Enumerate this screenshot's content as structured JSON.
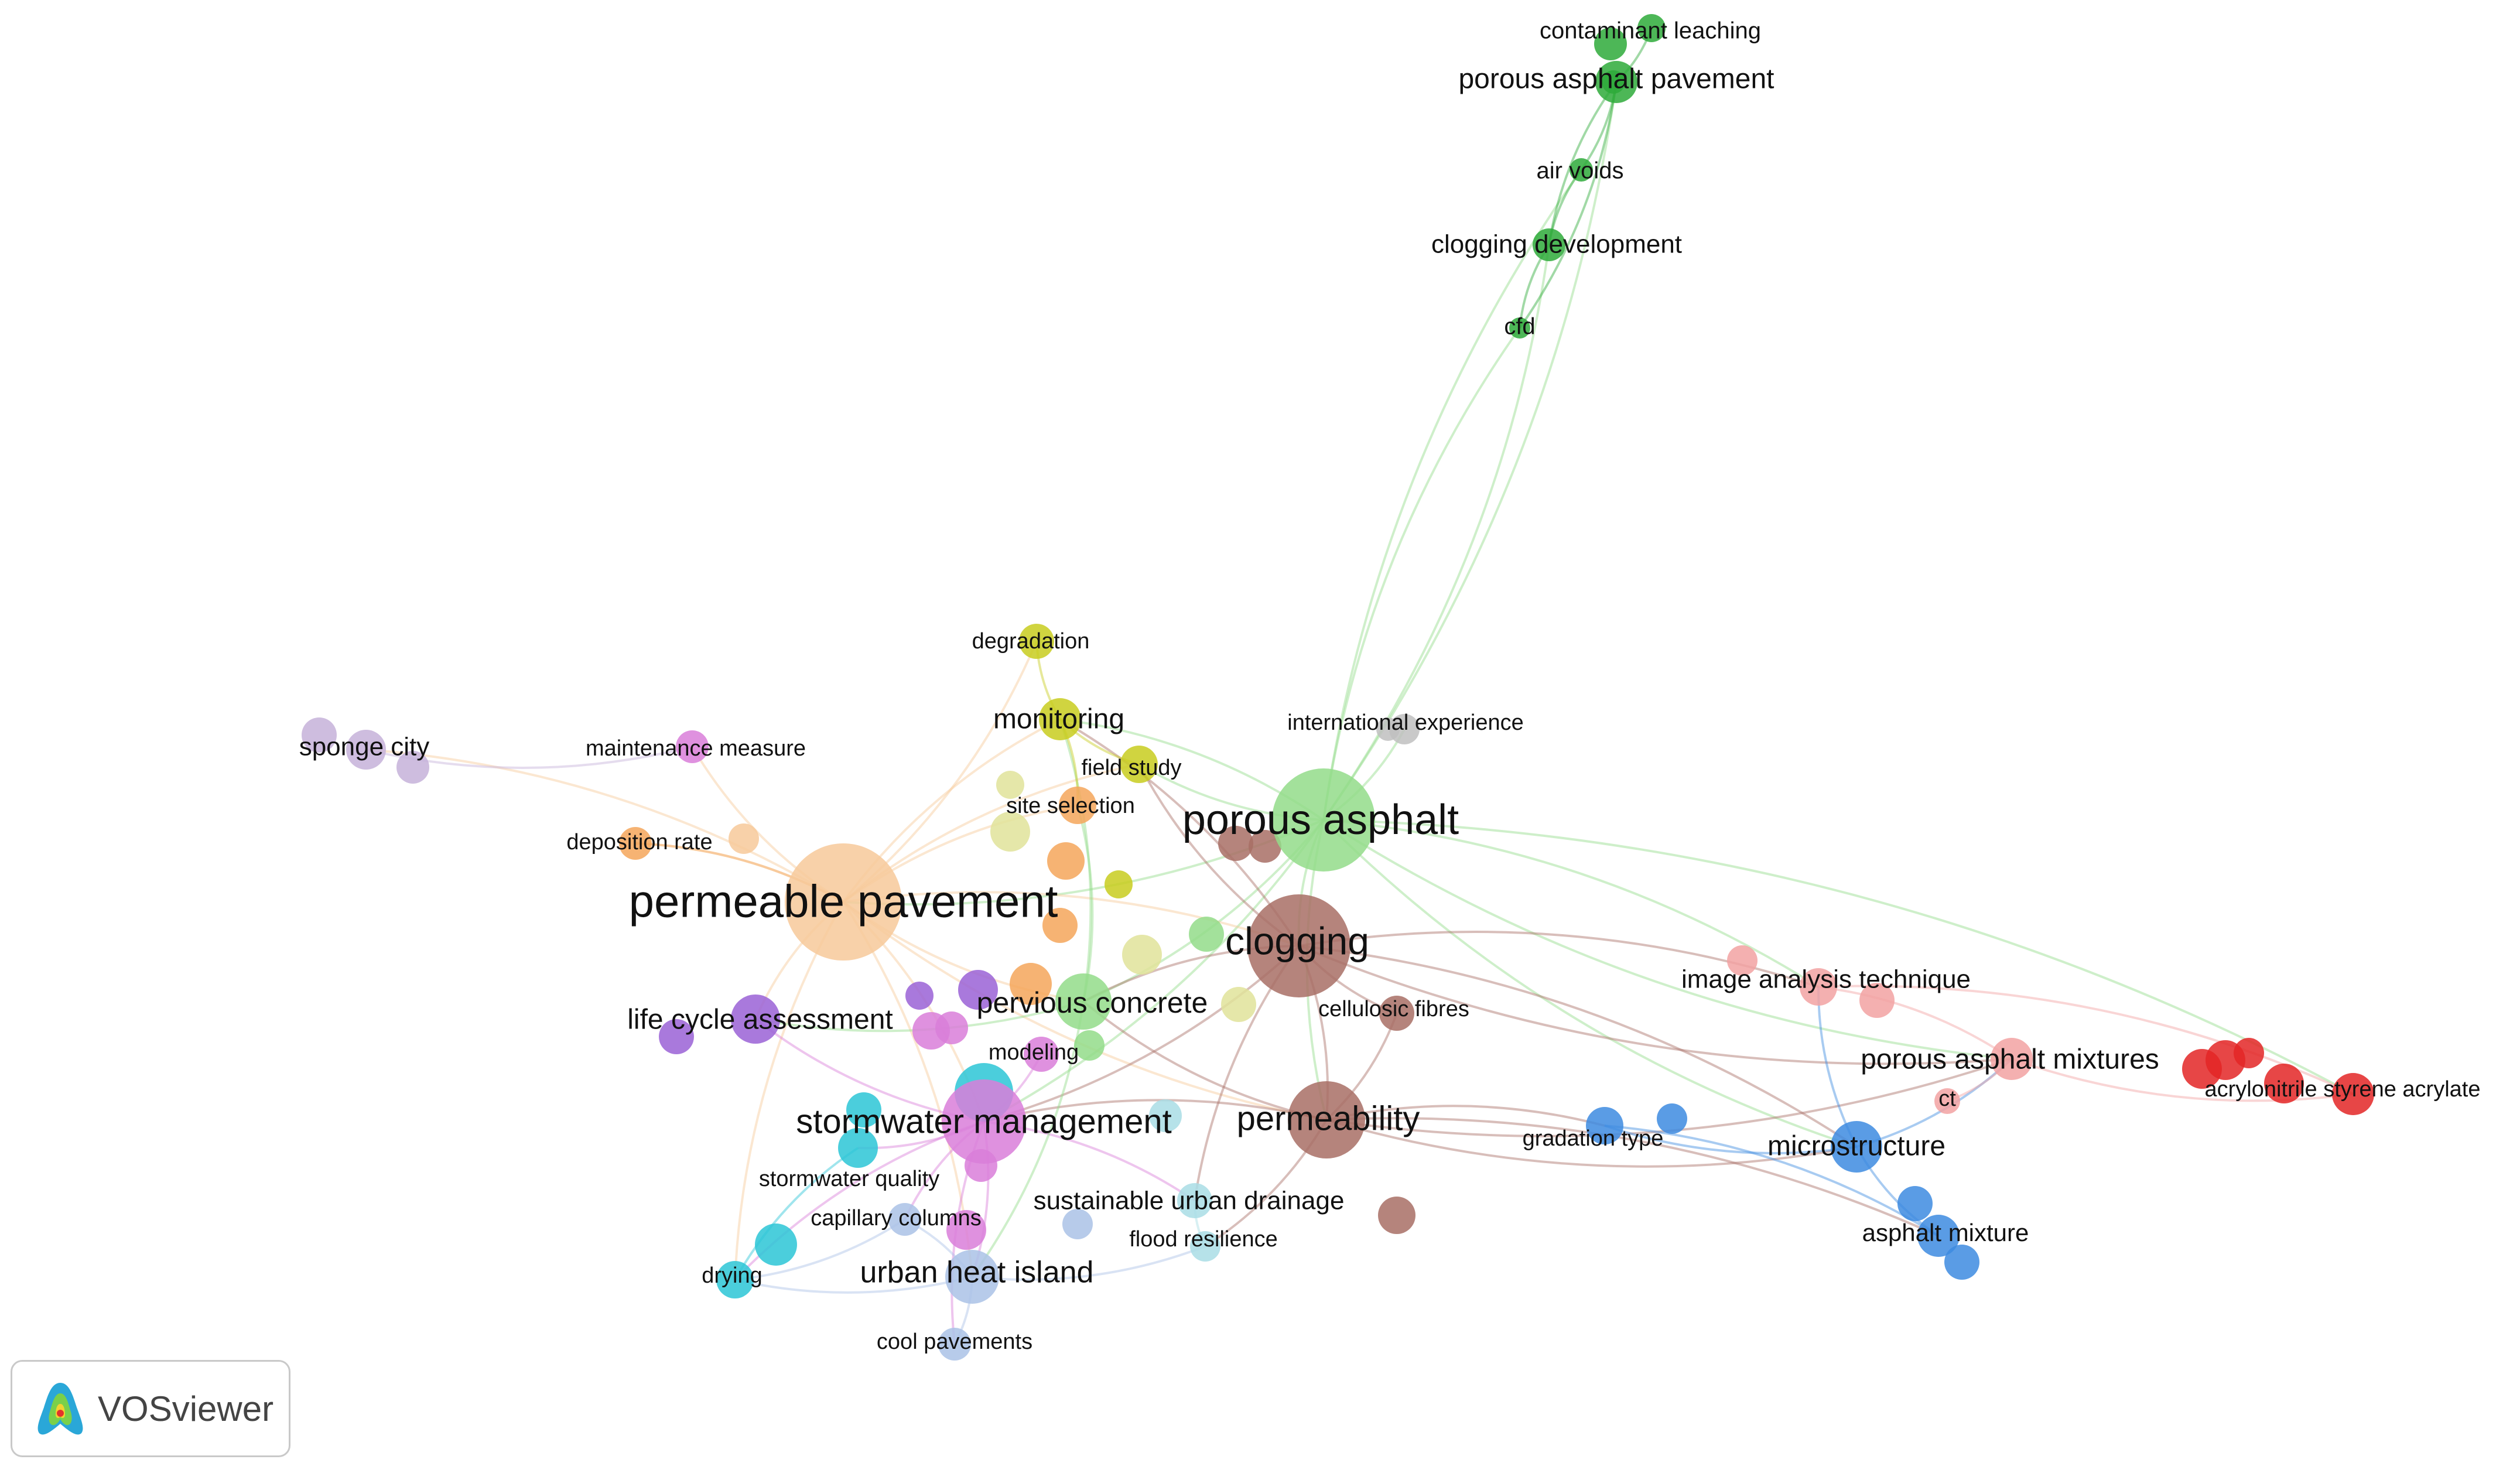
{
  "app": {
    "brand": "VOSviewer"
  },
  "clusters": {
    "green": "#5cc45c",
    "darkgreen": "#2eaa3a",
    "lightgreen": "#93dc8a",
    "orange": "#f5a65b",
    "peach": "#f7c99a",
    "brown": "#a86e65",
    "blue": "#3d8be0",
    "red": "#e32626",
    "pink": "#f2a2a2",
    "magenta": "#d97ed9",
    "cyan": "#2cc6d6",
    "purple": "#9a62d6",
    "lavender": "#c5b2d9",
    "olive": "#c8cc1e",
    "khaki": "#e1e39a",
    "lightblue": "#aac2e6",
    "paleblue": "#a9dde5",
    "grey": "#bfbfbf"
  },
  "nodes": [
    {
      "id": "porous-asphalt",
      "label": "porous asphalt",
      "color": "lightgreen"
    },
    {
      "id": "permeable-pavement",
      "label": "permeable pavement",
      "color": "peach"
    },
    {
      "id": "clogging",
      "label": "clogging",
      "color": "brown"
    },
    {
      "id": "permeability",
      "label": "permeability",
      "color": "brown"
    },
    {
      "id": "stormwater-management",
      "label": "stormwater management",
      "color": "magenta"
    },
    {
      "id": "pervious-concrete",
      "label": "pervious concrete",
      "color": "lightgreen"
    },
    {
      "id": "urban-heat-island",
      "label": "urban heat island",
      "color": "lightblue"
    },
    {
      "id": "life-cycle-assessment",
      "label": "life cycle assessment",
      "color": "purple"
    },
    {
      "id": "monitoring",
      "label": "monitoring",
      "color": "olive"
    },
    {
      "id": "porous-asphalt-pavement",
      "label": "porous asphalt pavement",
      "color": "darkgreen"
    },
    {
      "id": "clogging-development",
      "label": "clogging development",
      "color": "darkgreen"
    },
    {
      "id": "contaminant-leaching",
      "label": "contaminant leaching",
      "color": "darkgreen"
    },
    {
      "id": "air-voids",
      "label": "air voids",
      "color": "darkgreen"
    },
    {
      "id": "cfd",
      "label": "cfd",
      "color": "darkgreen"
    },
    {
      "id": "microstructure",
      "label": "microstructure",
      "color": "blue"
    },
    {
      "id": "asphalt-mixture",
      "label": "asphalt mixture",
      "color": "blue"
    },
    {
      "id": "gradation-type",
      "label": "gradation type",
      "color": "blue"
    },
    {
      "id": "porous-asphalt-mixtures",
      "label": "porous asphalt mixtures",
      "color": "pink"
    },
    {
      "id": "image-analysis-technique",
      "label": "image analysis technique",
      "color": "pink"
    },
    {
      "id": "ct",
      "label": "ct",
      "color": "pink"
    },
    {
      "id": "acrylonitrile-styrene-acrylate",
      "label": "acrylonitrile styrene acrylate",
      "color": "red"
    },
    {
      "id": "sponge-city",
      "label": "sponge city",
      "color": "lavender"
    },
    {
      "id": "maintenance-measure",
      "label": "maintenance measure",
      "color": "magenta"
    },
    {
      "id": "deposition-rate",
      "label": "deposition rate",
      "color": "orange"
    },
    {
      "id": "degradation",
      "label": "degradation",
      "color": "olive"
    },
    {
      "id": "field-study",
      "label": "field study",
      "color": "olive"
    },
    {
      "id": "site-selection",
      "label": "site selection",
      "color": "orange"
    },
    {
      "id": "international-experience",
      "label": "international experience",
      "color": "grey"
    },
    {
      "id": "cellulosic-fibres",
      "label": "cellulosic fibres",
      "color": "brown"
    },
    {
      "id": "modeling",
      "label": "modeling",
      "color": "magenta"
    },
    {
      "id": "stormwater-quality",
      "label": "stormwater quality",
      "color": "cyan"
    },
    {
      "id": "capillary-columns",
      "label": "capillary columns",
      "color": "lightblue"
    },
    {
      "id": "drying",
      "label": "drying",
      "color": "cyan"
    },
    {
      "id": "sustainable-urban-drainage",
      "label": "sustainable urban drainage",
      "color": "paleblue"
    },
    {
      "id": "flood-resilience",
      "label": "flood resilience",
      "color": "paleblue"
    },
    {
      "id": "cool-pavements",
      "label": "cool pavements",
      "color": "lightblue"
    }
  ]
}
